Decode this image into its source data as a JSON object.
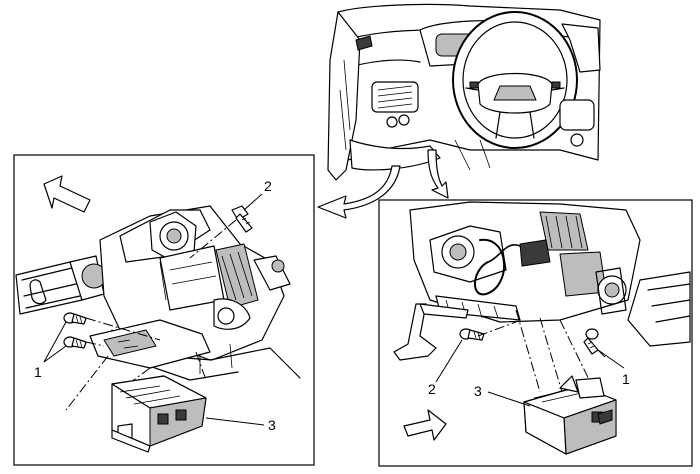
{
  "callouts": {
    "left": {
      "c1": "1",
      "c2": "2",
      "c3": "3"
    },
    "right": {
      "c1": "1",
      "c2": "2",
      "c3": "3"
    }
  },
  "colors": {
    "ink": "#000000",
    "shade": "#bdbdbd",
    "dark": "#3a3a3a",
    "paper": "#ffffff"
  }
}
